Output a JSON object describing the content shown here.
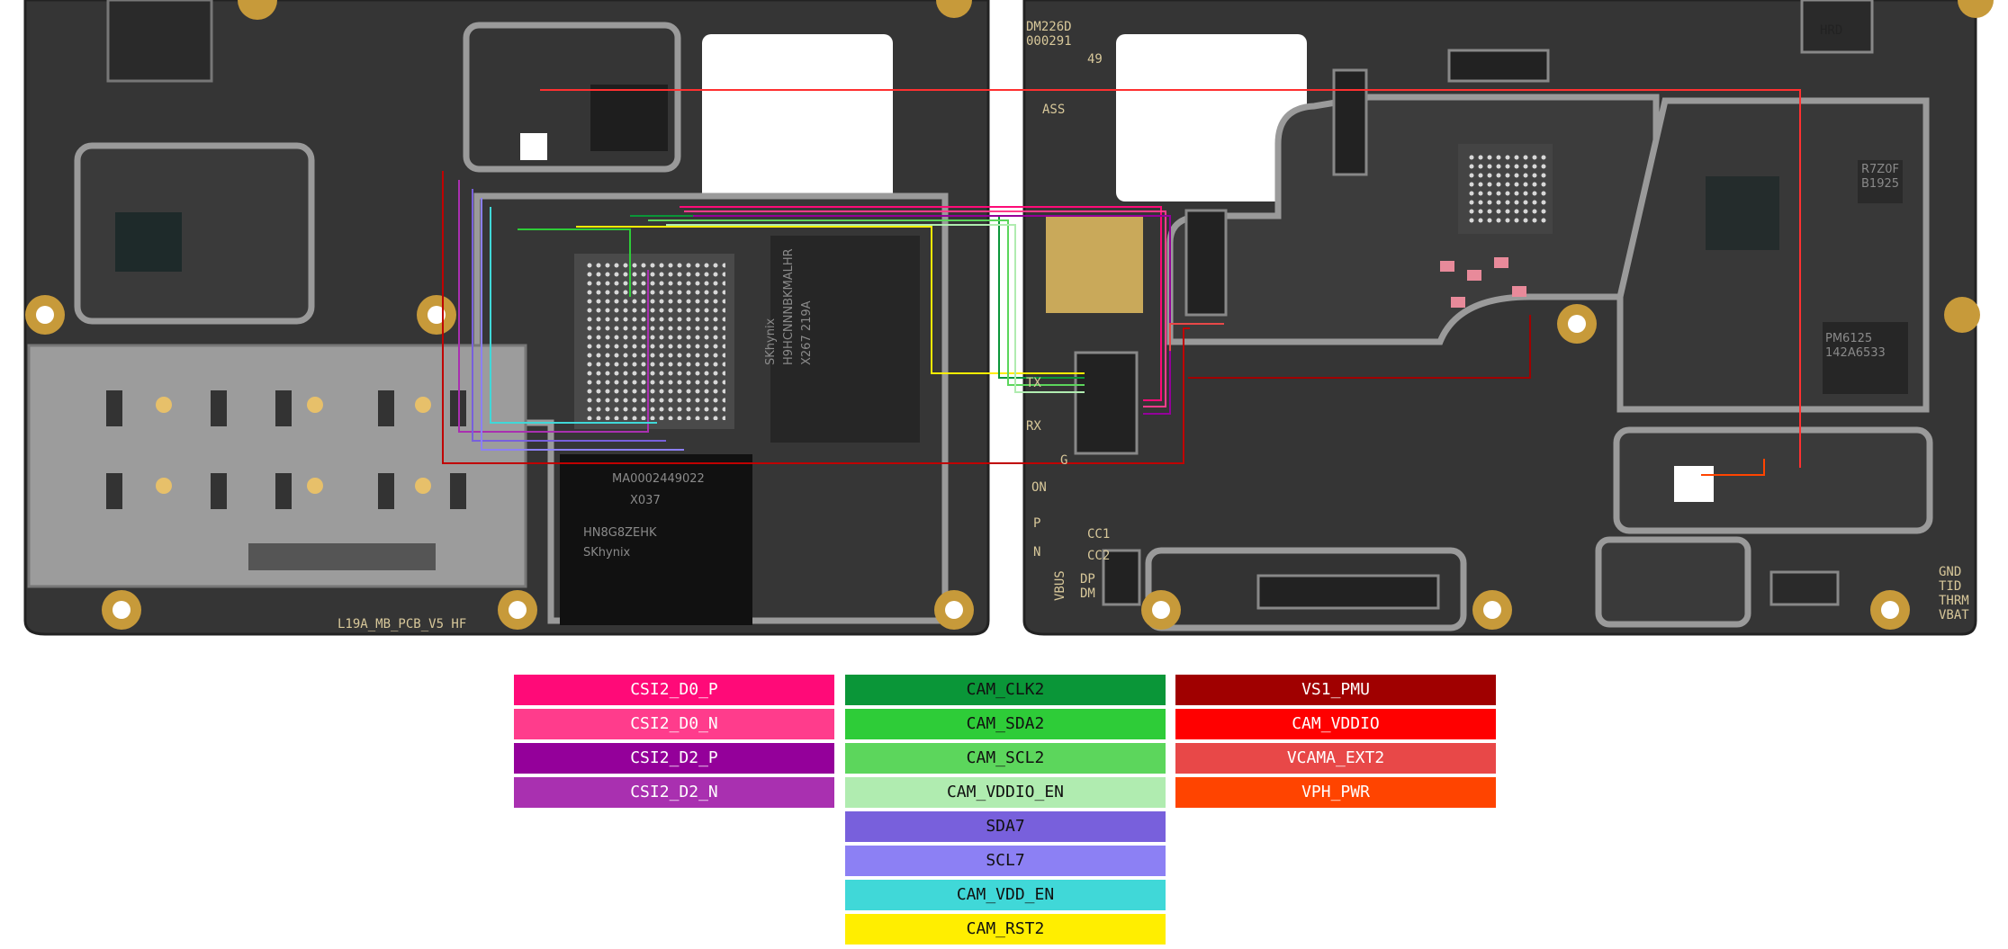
{
  "board": {
    "left_pcb_label": "L19A_MB_PCB_V5 HF",
    "right_pcb_code": [
      "DM226D",
      "000291"
    ],
    "silk": {
      "ass": "ASS",
      "hrd": "HRD",
      "num49": "49",
      "tx": "TX",
      "rx": "RX",
      "g": "G",
      "on": "ON",
      "p": "P",
      "n": "N",
      "cc1": "CC1",
      "cc2": "CC2",
      "dp": "DP",
      "dm": "DM",
      "vbus": "VBUS",
      "batt": [
        "GND",
        "TID",
        "THRM",
        "VBAT"
      ]
    },
    "chip_text": {
      "emmc_left": "SKhynix",
      "emmc_part": "H9HCNNNBKMALHR",
      "ram": [
        "SKhynix",
        "H9HCNNNBKMALHR",
        "X267 219A"
      ],
      "lower_chip": [
        "SKhynix",
        "HN8G8ZEHK",
        "X037",
        "MA0002449022"
      ],
      "rf_chip": [
        "R7Z0F",
        "B1925"
      ],
      "pmic_chip": [
        "PM6125",
        "142A6533"
      ]
    }
  },
  "legend": {
    "col1": [
      {
        "label": "CSI2_D0_P",
        "color": "#ff0a78"
      },
      {
        "label": "CSI2_D0_N",
        "color": "#ff3c8c"
      },
      {
        "label": "CSI2_D2_P",
        "color": "#94009a"
      },
      {
        "label": "CSI2_D2_N",
        "color": "#a930b0"
      }
    ],
    "col2": [
      {
        "label": "CAM_CLK2",
        "color": "#0a9638"
      },
      {
        "label": "CAM_SDA2",
        "color": "#2ecc38"
      },
      {
        "label": "CAM_SCL2",
        "color": "#5cd65c"
      },
      {
        "label": "CAM_VDDIO_EN",
        "color": "#b0ecb0"
      },
      {
        "label": "SDA7",
        "color": "#7860dc"
      },
      {
        "label": "SCL7",
        "color": "#8c80f4"
      },
      {
        "label": "CAM_VDD_EN",
        "color": "#40d8d8"
      },
      {
        "label": "CAM_RST2",
        "color": "#ffee00"
      }
    ],
    "col3": [
      {
        "label": "VS1_PMU",
        "color": "#a00000"
      },
      {
        "label": "CAM_VDDIO",
        "color": "#ff0000"
      },
      {
        "label": "VCAMA_EXT2",
        "color": "#e84848"
      },
      {
        "label": "VPH_PWR",
        "color": "#ff4400"
      }
    ]
  }
}
